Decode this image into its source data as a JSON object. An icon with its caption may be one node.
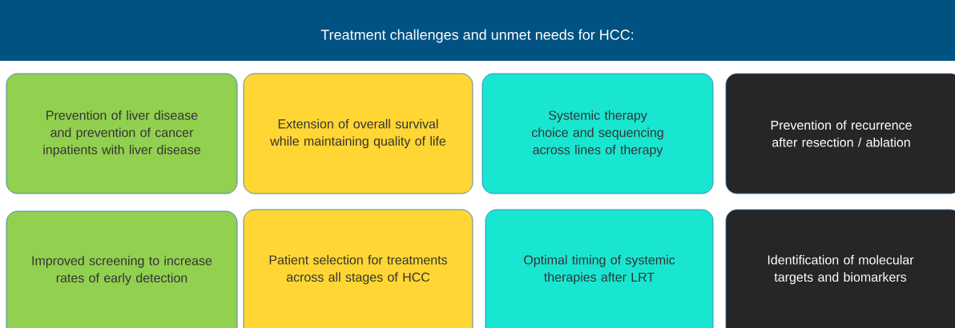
{
  "diagram": {
    "title": "Treatment challenges and unmet needs for HCC:",
    "nodes": [
      {
        "text": [
          "Prevention of liver disease and prevention of cancer inpatients with liver disease"
        ]
      },
      {
        "text": [
          "Extension of overall survival while maintaining quality of life"
        ]
      },
      {
        "text": [
          "Systemic therapy choice and sequencing across lines of therapy"
        ]
      },
      {
        "text": [
          "Prevention of recurrence after resection / ablation"
        ]
      },
      {
        "text": [
          "Improved screening to increase rates of early detection"
        ]
      },
      {
        "text": [
          "Patient selection for treatments across all stages of HCC"
        ]
      },
      {
        "text": [
          "Optimal timing of systemic therapies after LRT"
        ]
      },
      {
        "text": [
          "Identification of molecular targets and biomarkers"
        ]
      }
    ]
  }
}
